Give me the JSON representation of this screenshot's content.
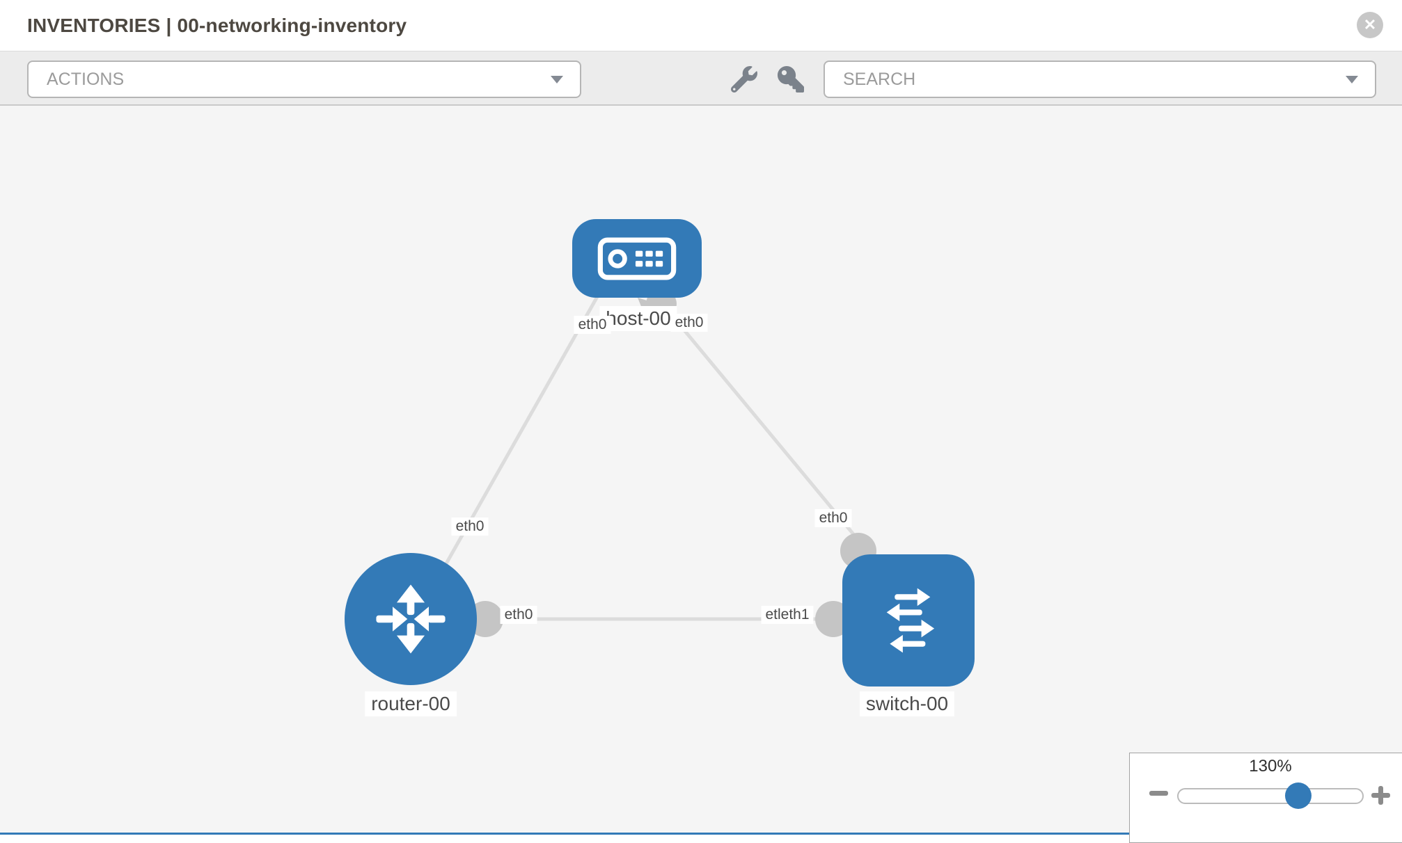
{
  "header": {
    "title": "INVENTORIES | 00-networking-inventory",
    "close_glyph": "✕"
  },
  "toolbar": {
    "actions_label": "ACTIONS",
    "search_label": "SEARCH",
    "tool_icons": [
      "wrench-icon",
      "key-icon"
    ]
  },
  "canvas": {
    "nodes": [
      {
        "id": "host-00",
        "label": "host-00",
        "type": "host",
        "icon": "host-icon"
      },
      {
        "id": "router-00",
        "label": "router-00",
        "type": "router",
        "icon": "router-icon"
      },
      {
        "id": "switch-00",
        "label": "switch-00",
        "type": "switch",
        "icon": "switch-icon"
      }
    ],
    "links": [
      {
        "from": "host-00",
        "to": "router-00",
        "from_iface": "eth0",
        "to_iface": "eth0"
      },
      {
        "from": "host-00",
        "to": "switch-00",
        "from_iface": "eth0",
        "to_iface": "eth0"
      },
      {
        "from": "router-00",
        "to": "switch-00",
        "from_iface": "eth0",
        "to_iface": "etleth1"
      }
    ],
    "interface_labels": [
      "eth0",
      "eth0",
      "eth0",
      "eth0",
      "eth0",
      "etleth1"
    ]
  },
  "zoom_control": {
    "level": "130%"
  },
  "colors": {
    "node_blue": "#337ab7",
    "link_gray": "#dcdcdc",
    "endpoint_gray": "#c5c5c5",
    "toolbar_bg": "#ececec",
    "canvas_bg": "#f5f5f5"
  }
}
